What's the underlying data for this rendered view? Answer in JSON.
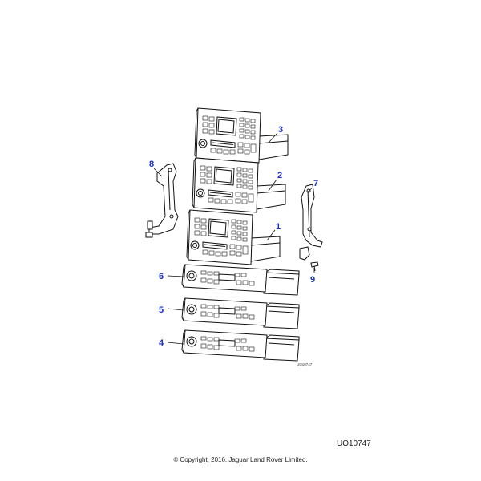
{
  "diagram_code": "UQ10747",
  "drawing_code": "UQ10747",
  "copyright": "© Copyright, 2016. Jaguar Land Rover Limited.",
  "colors": {
    "callout": "#1c2fc4",
    "line": "#111111"
  },
  "callouts": {
    "c1": "1",
    "c2": "2",
    "c3": "3",
    "c4": "4",
    "c5": "5",
    "c6": "6",
    "c7": "7",
    "c8": "8",
    "c9": "9"
  }
}
